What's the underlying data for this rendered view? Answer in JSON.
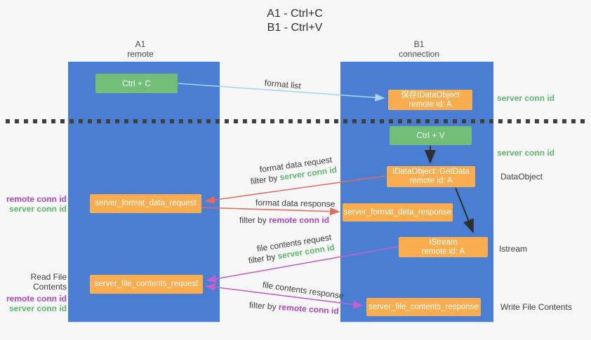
{
  "title": {
    "line1": "A1 - Ctrl+C",
    "line2": "B1 - Ctrl+V"
  },
  "lanes": {
    "a1": {
      "title": "A1",
      "subtitle": "remote"
    },
    "b1": {
      "title": "B1",
      "subtitle": "connection"
    }
  },
  "nodes": {
    "ctrl_c": {
      "label": "Ctrl + C"
    },
    "ctrl_v": {
      "label": "Ctrl + V"
    },
    "save_dataobject": {
      "line1": "保存IDataObject",
      "line2": "remote id: A"
    },
    "getdata": {
      "line1": "IDataObject::GetData",
      "line2": "remote id: A"
    },
    "istream": {
      "line1": "IStream",
      "line2": "remote id: A"
    },
    "format_request": {
      "label": "server_format_data_request"
    },
    "format_response": {
      "label": "server_format_data_response"
    },
    "file_request": {
      "label": "server_file_contents_request"
    },
    "file_response": {
      "label": "server_file_contents_response"
    }
  },
  "edge_labels": {
    "format_list": "format list",
    "format_data_request": "format data request",
    "format_data_request_filter_prefix": "filter by ",
    "format_data_request_filter_key": "server conn id",
    "format_data_response": "format data response",
    "format_data_response_filter_prefix": "filter by ",
    "format_data_response_filter_key": "remote conn id",
    "file_contents_request": "file contents request",
    "file_contents_request_filter_prefix": "filter by ",
    "file_contents_request_filter_key": "server conn id",
    "file_contents_response": "file contents response",
    "file_contents_response_filter_prefix": "filter by ",
    "file_contents_response_filter_key": "remote conn id"
  },
  "side_labels": {
    "right_server_conn_id_top": "server conn id",
    "right_server_conn_id_mid": "server conn id",
    "right_dataobject": "DataObject",
    "right_istream": "Istream",
    "right_write_file_contents": "Write File Contents",
    "left_remote_conn_id_format": "remote conn id",
    "left_server_conn_id_format": "server conn id",
    "left_read_file_contents": "Read File Contents",
    "left_remote_conn_id_file": "remote conn id",
    "left_server_conn_id_file": "server conn id"
  },
  "colors": {
    "lane_blue": "#4a7ed2",
    "node_green": "#71bf77",
    "node_orange": "#f9ad4e",
    "arrow_red": "#e66a60",
    "arrow_purple": "#c560ca",
    "arrow_light_blue": "#a8d5f2",
    "arrow_black": "#2f2f2f",
    "separator_black": "#3f3f3f",
    "key_green": "#5cb86c",
    "key_purple": "#a846c4"
  }
}
